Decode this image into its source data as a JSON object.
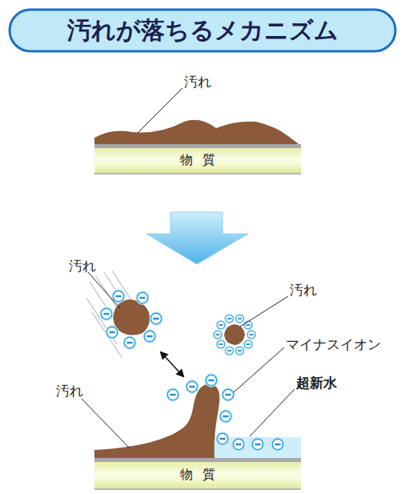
{
  "diagram": {
    "title": "汚れが落ちるメカニズム",
    "nodes": [
      {
        "text": [
          "物質"
        ]
      },
      {
        "text": [
          "物質"
        ]
      }
    ],
    "labels": [
      "汚れ",
      "汚れ",
      "汚れ",
      "マイナスイオン",
      "超新水",
      "汚れ"
    ]
  }
}
